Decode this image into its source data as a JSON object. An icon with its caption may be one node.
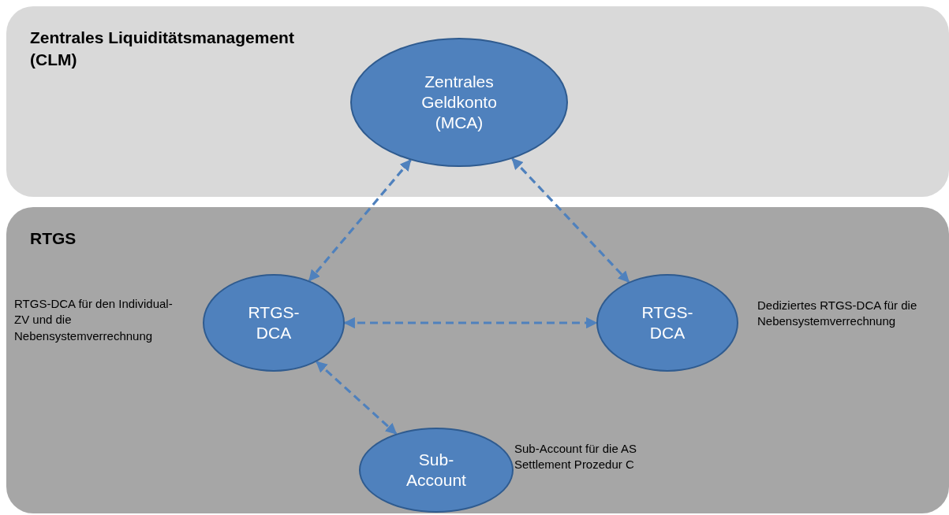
{
  "diagram": {
    "nodes": [
      {
        "text": [
          "Zentrales Liquiditätsmanagement (CLM)"
        ]
      },
      {
        "text": [
          "Zentrales Geldkonto (MCA)"
        ],
        "in": 0
      },
      {
        "text": [
          "RTGS"
        ]
      },
      {
        "text": [
          "RTGS-DCA"
        ],
        "in": 2,
        "beside": [
          "RTGS-DCA für den Individual-ZV und die Nebensystemverrechnung"
        ]
      },
      {
        "text": [
          "RTGS-DCA"
        ],
        "in": 2,
        "beside": [
          "Dediziertes RTGS-DCA für die Nebensystemverrechnung"
        ]
      },
      {
        "text": [
          "Sub-Account"
        ],
        "in": 2,
        "beside": [
          "Sub-Account für die AS Settlement Prozedur C"
        ]
      }
    ],
    "edges": [
      {
        "from": 1,
        "to": 3,
        "arrow": "both",
        "style": "dashed"
      },
      {
        "from": 1,
        "to": 4,
        "arrow": "both",
        "style": "dashed"
      },
      {
        "from": 3,
        "to": 4,
        "arrow": "both",
        "style": "dashed"
      },
      {
        "from": 3,
        "to": 5,
        "arrow": "both",
        "style": "dashed"
      }
    ]
  }
}
